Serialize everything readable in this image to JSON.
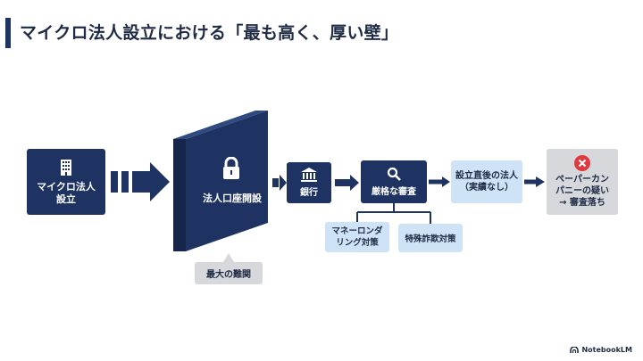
{
  "title": "マイクロ法人設立における「最も高く、厚い壁」",
  "nodes": {
    "start": {
      "label_line1": "マイクロ法人",
      "label_line2": "設立",
      "icon": "building-icon"
    },
    "wall": {
      "label": "法人口座開設",
      "icon": "lock-icon"
    },
    "wall_tag": "最大の難関",
    "bank": {
      "label": "銀行",
      "icon": "bank-icon"
    },
    "review": {
      "label": "厳格な審査",
      "icon": "search-icon"
    },
    "aml": {
      "label_line1": "マネーロンダ",
      "label_line2": "リング対策"
    },
    "fraud": {
      "label": "特殊詐欺対策"
    },
    "newcorp": {
      "label_line1": "設立直後の法人",
      "label_line2": "（実績なし）"
    },
    "result": {
      "label_line1": "ペーパーカン",
      "label_line2": "パニーの疑い",
      "label_line3": "→ 審査落ち",
      "icon": "x-circle-icon"
    }
  },
  "footer": {
    "brand": "NotebookLM",
    "icon": "notebooklm-logo-icon"
  },
  "colors": {
    "navy": "#1f3362",
    "light_blue": "#cfe3f6",
    "gray": "#d6d8dc",
    "danger": "#e0393e"
  }
}
